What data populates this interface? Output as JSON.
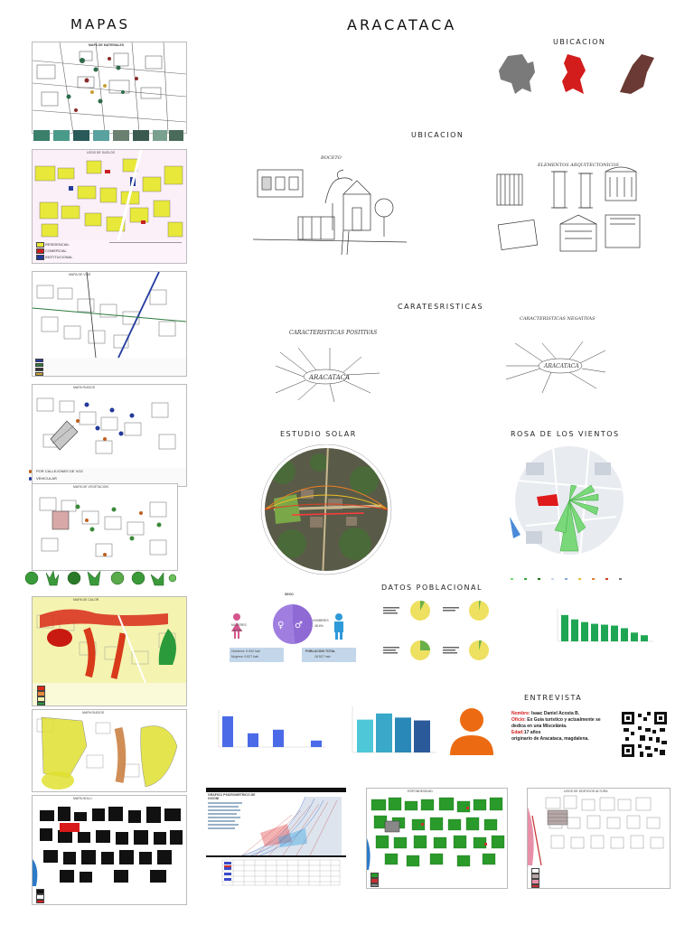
{
  "titles": {
    "left": "MAPAS",
    "main": "ARACATACA"
  },
  "sections": {
    "ubicacion_top": "UBICACION",
    "ubicacion_mid": "UBICACION",
    "caracteristicas": "CARATESRISTICAS",
    "estudio_solar": "ESTUDIO SOLAR",
    "rosa_vientos": "ROSA DE LOS VIENTOS",
    "datos_poblacional": "DATOS POBLACIONAL",
    "entrevista": "ENTREVISTA"
  },
  "maps": {
    "materiales": {
      "title": "MAPA DE MATERIALES"
    },
    "usos": {
      "title": "USOS DE SUELOS",
      "legend": [
        "RESIDENCIAL",
        "COMERCIAL",
        "INSTITUCIONAL"
      ]
    },
    "vias": {
      "title": "MAPA DE VIAS"
    },
    "ruidos": {
      "title": "MAPA RUIDOS",
      "legend": [
        "POR CALLEJONES DE VOZ",
        "VEHICULAR"
      ]
    },
    "vegetacion": {
      "title": "MAPA DE VEGETACION"
    },
    "calor": {
      "title": "MAPA DE CALOR"
    },
    "ruido2": {
      "title": "MAPA RUIDOS"
    },
    "nolli": {
      "title": "MAPA NOLLI"
    }
  },
  "sketches": {
    "a_label": "BOCETO",
    "b_label": "ELEMENTOS ARQUITECTONICOS",
    "mind_center_a": "ARACATACA",
    "mind_title_a": "CARACTERISTICAS POSITIVAS",
    "mind_center_b": "ARACATACA",
    "mind_title_b": "CARACTERISTICAS NEGATIVAS"
  },
  "population": {
    "chart_title": "SEXO",
    "female_label": "MUJERES",
    "female_pct": "51.4%",
    "male_label": "HOMBRES",
    "male_pct": "48.6%",
    "table_left": [
      "Hombres: 9.000 hab",
      "Mujeres: 9.527 hab"
    ],
    "table_right": [
      "POBLACION TOTAL",
      "18.527 hab"
    ]
  },
  "interview": {
    "rows": [
      {
        "label": "Nombre:",
        "value": "Isaac Daniel Acosta B."
      },
      {
        "label": "Oficio:",
        "value": "Ex Guía turístico y actualmente se dedica en una Miscelánia."
      },
      {
        "label": "Edad:",
        "value": "17 años"
      },
      {
        "label": "",
        "value": "originario de Aracataca, magdalena."
      }
    ]
  },
  "bottom": {
    "psico_title": "GRAFICO PSICROMETRICO DE GIVONI",
    "esp_title": "ESPONDESIDAD",
    "alt_title": "USOS DE EDIFICIOS ALTURA"
  },
  "colors": {
    "pink": "#d4568c",
    "blue": "#2f9ad8",
    "purple": "#9b78d8",
    "red": "#d31d1d",
    "brown": "#6b3a34",
    "green": "#1fa654",
    "orange": "#ec6b12"
  },
  "chart_data": [
    {
      "type": "pie",
      "title": "SEXO",
      "categories": [
        "MUJERES",
        "HOMBRES"
      ],
      "values": [
        51.4,
        48.6
      ]
    },
    {
      "type": "bar",
      "categories": [
        "1",
        "2",
        "3",
        "4",
        "5",
        "6",
        "7",
        "8",
        "9"
      ],
      "values": [
        30,
        25,
        22,
        20,
        19,
        18,
        15,
        10,
        7
      ],
      "ylim": [
        0,
        35
      ]
    },
    {
      "type": "bar",
      "categories": [
        "1",
        "2",
        "3",
        "4",
        "5",
        "6"
      ],
      "values": [
        85,
        0,
        38,
        0,
        48,
        0,
        0,
        18
      ],
      "ylim": [
        0,
        100
      ]
    },
    {
      "type": "bar",
      "categories": [
        "1",
        "2",
        "3",
        "4"
      ],
      "values": [
        80,
        95,
        85,
        78
      ],
      "ylim": [
        0,
        110
      ]
    }
  ]
}
